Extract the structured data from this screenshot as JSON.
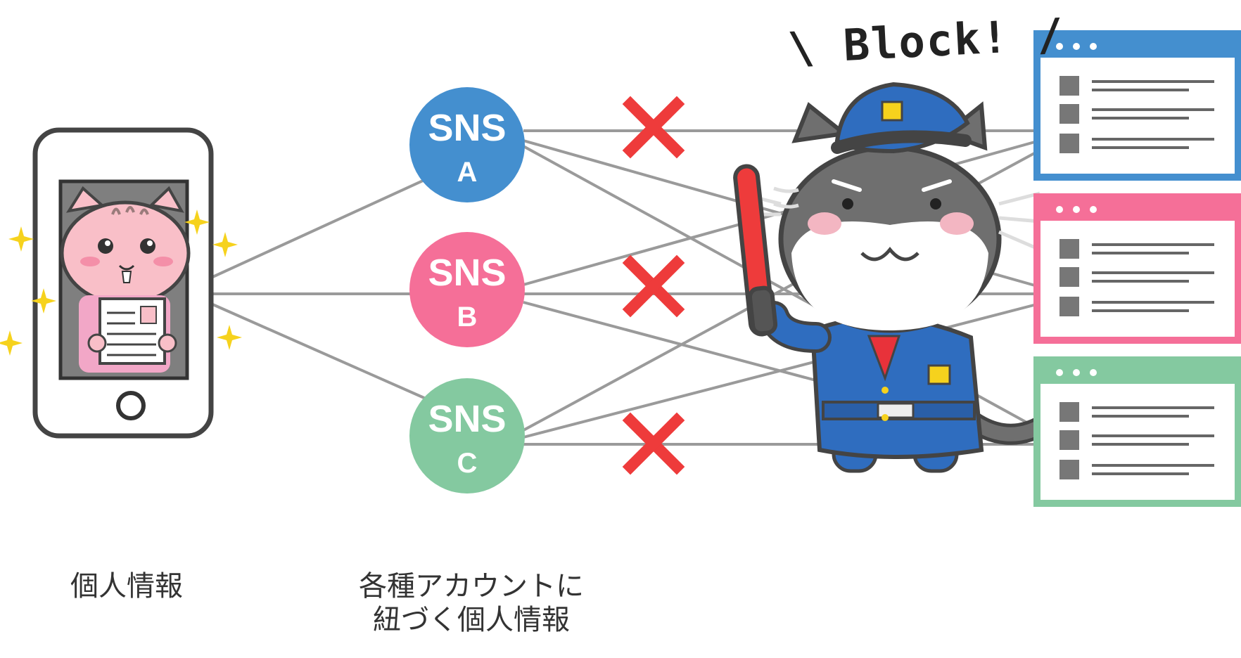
{
  "colors": {
    "sns_a": "#448fcf",
    "sns_b": "#f56f98",
    "sns_c": "#84c9a0",
    "cross": "#ee3b3b",
    "line": "#9a9a9a",
    "outline": "#444444"
  },
  "block_label": "\\ Block! /",
  "sns_nodes": [
    {
      "title": "SNS",
      "letter": "A",
      "color": "#448fcf"
    },
    {
      "title": "SNS",
      "letter": "B",
      "color": "#f56f98"
    },
    {
      "title": "SNS",
      "letter": "C",
      "color": "#84c9a0"
    }
  ],
  "captions": {
    "phone": "個人情報",
    "sns_line1": "各種アカウントに",
    "sns_line2": "紐づく個人情報"
  },
  "icons": [
    "smartphone-icon",
    "cat-icon",
    "cross-icon",
    "police-cat-icon",
    "baton-icon",
    "browser-window-icon",
    "user-icon",
    "sparkle-icon"
  ]
}
